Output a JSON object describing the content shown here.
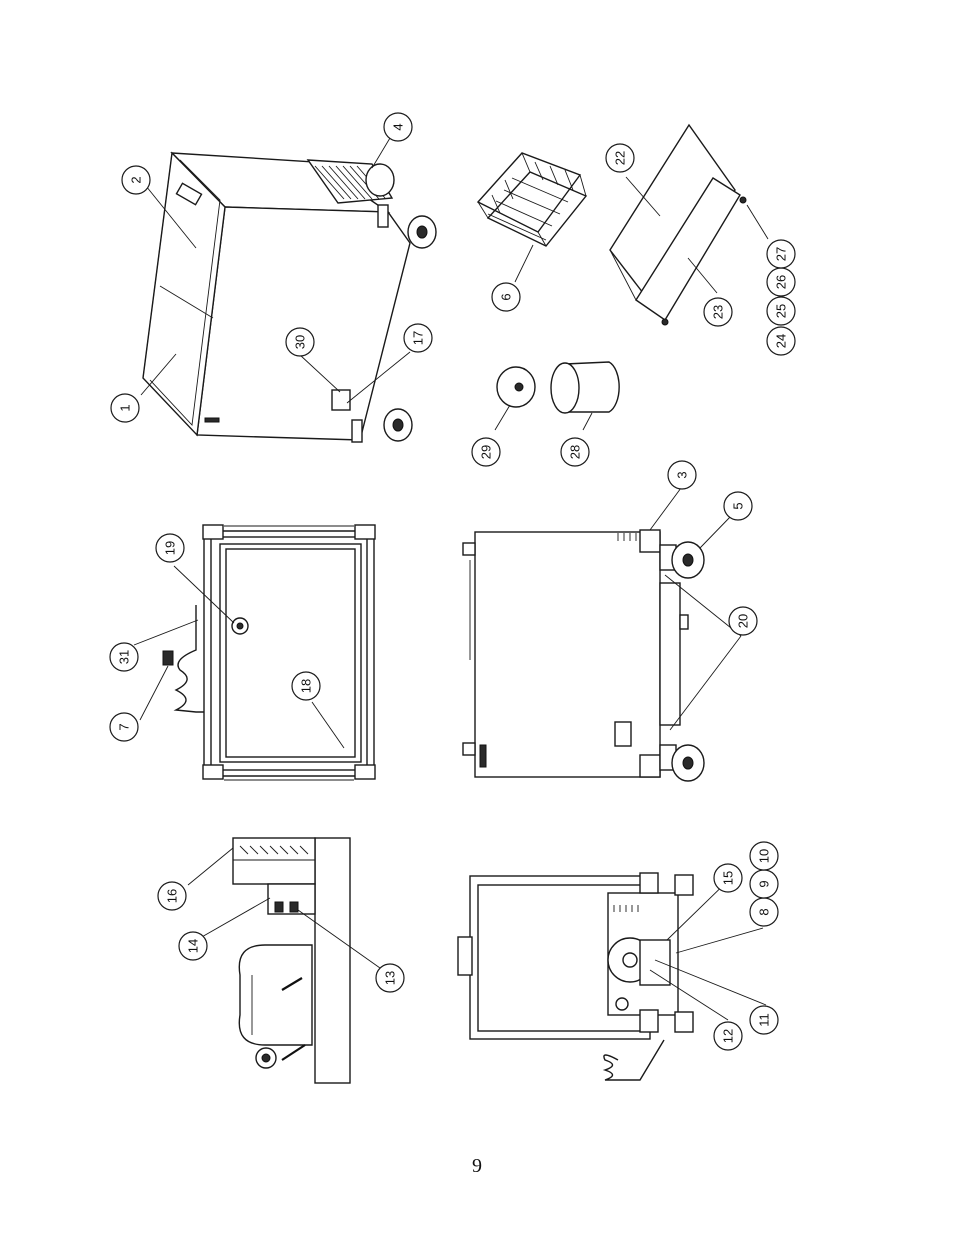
{
  "page_number": "9",
  "callouts": [
    {
      "label": "1"
    },
    {
      "label": "2"
    },
    {
      "label": "3"
    },
    {
      "label": "4"
    },
    {
      "label": "5"
    },
    {
      "label": "6"
    },
    {
      "label": "7"
    },
    {
      "label": "8"
    },
    {
      "label": "9"
    },
    {
      "label": "10"
    },
    {
      "label": "11"
    },
    {
      "label": "12"
    },
    {
      "label": "13"
    },
    {
      "label": "14"
    },
    {
      "label": "15"
    },
    {
      "label": "16"
    },
    {
      "label": "17"
    },
    {
      "label": "18"
    },
    {
      "label": "19"
    },
    {
      "label": "20"
    },
    {
      "label": "22"
    },
    {
      "label": "23"
    },
    {
      "label": "24"
    },
    {
      "label": "25"
    },
    {
      "label": "26"
    },
    {
      "label": "27"
    },
    {
      "label": "28"
    },
    {
      "label": "29"
    },
    {
      "label": "30"
    },
    {
      "label": "31"
    }
  ]
}
